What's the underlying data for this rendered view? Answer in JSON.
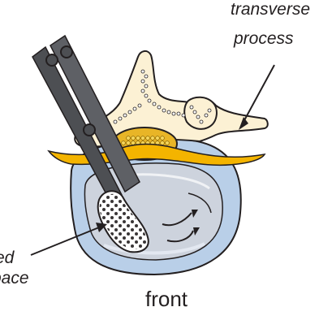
{
  "labels": {
    "transverse_process_line1": "transverse",
    "transverse_process_line2": "process",
    "disc_space_line1": "ed",
    "disc_space_line2": "pace",
    "front": "front"
  },
  "colors": {
    "bone": "#fcf1d4",
    "bone_outline": "#231f20",
    "cord": "#e8b527",
    "cord_dots": "#f5d55a",
    "ligament": "#f4b400",
    "disc_ring": "#b9cfe8",
    "disc_inner": "#cdd3dd",
    "instrument": "#4d4f53",
    "implant": "#ffffff"
  }
}
